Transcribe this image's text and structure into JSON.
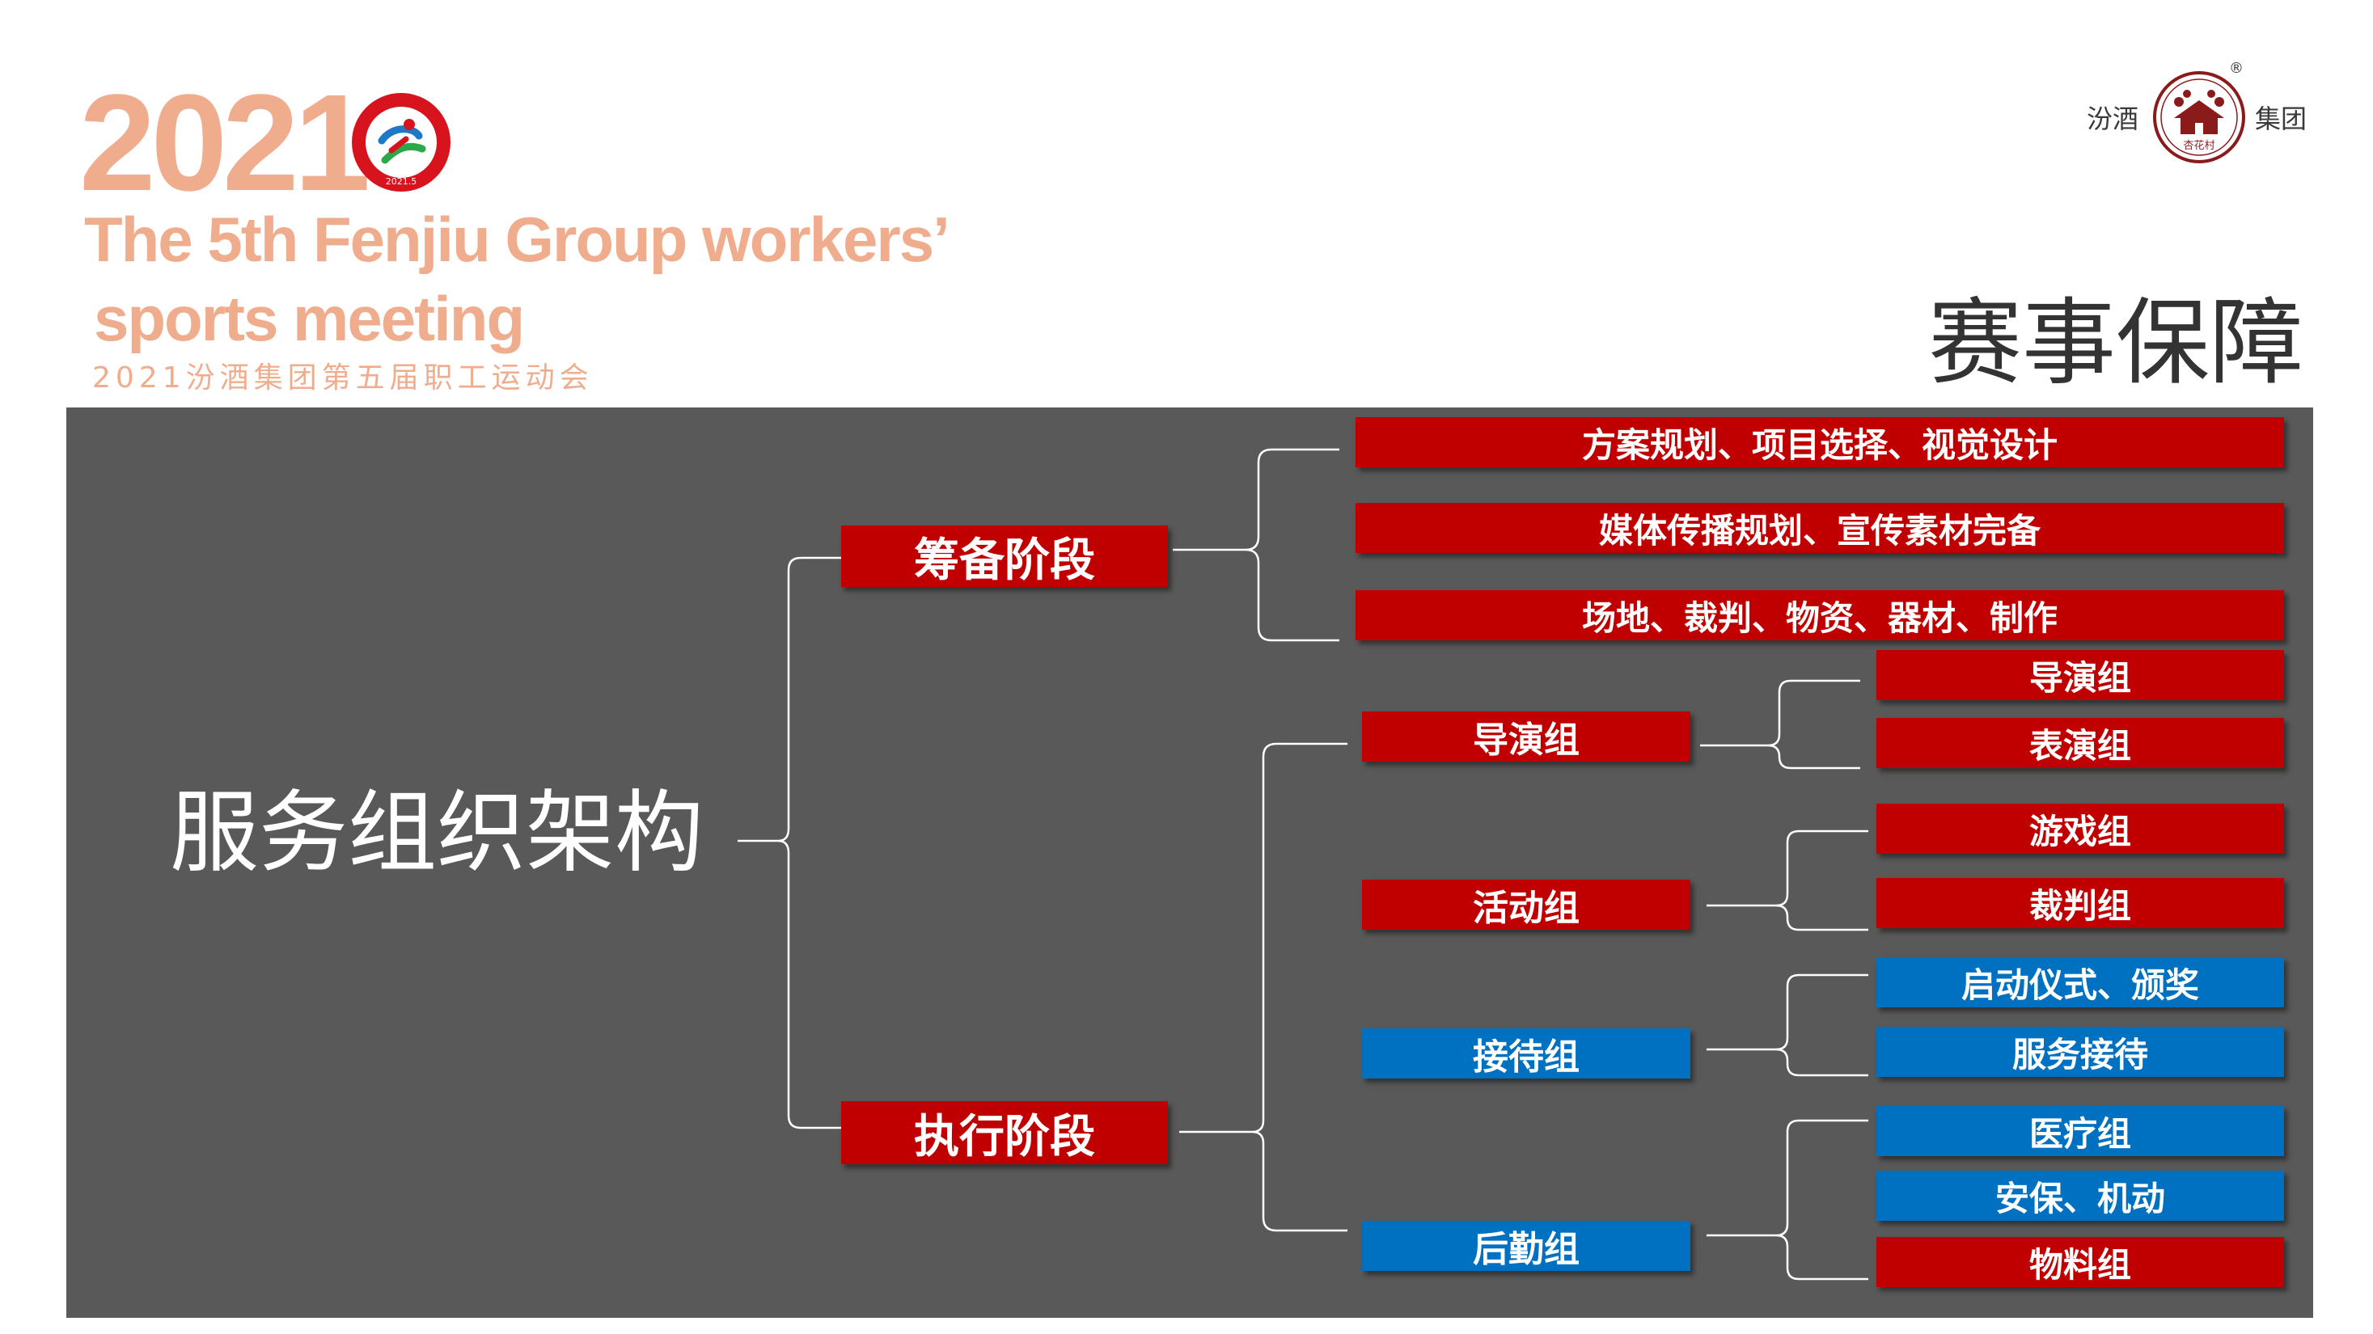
{
  "header": {
    "year": "2021",
    "event_en_line1": "The 5th Fenjiu Group workers’",
    "event_en_line2": "sports meeting",
    "event_cn": "2021汾酒集团第五届职工运动会",
    "emblem_text": "2021.5",
    "brand_left": "汾酒",
    "brand_right": "集团",
    "brand_mark": "®",
    "logo_text": "杏花村",
    "page_title": "赛事保障"
  },
  "diagram": {
    "root": "服务组织架构",
    "phases": [
      {
        "label": "筹备阶段",
        "color": "#c00000",
        "items": [
          {
            "label": "方案规划、项目选择、视觉设计",
            "color": "#c00000"
          },
          {
            "label": "媒体传播规划、宣传素材完备",
            "color": "#c00000"
          },
          {
            "label": "场地、裁判、物资、器材、制作",
            "color": "#c00000"
          }
        ]
      },
      {
        "label": "执行阶段",
        "color": "#c00000",
        "groups": [
          {
            "label": "导演组",
            "color": "#c00000",
            "items": [
              {
                "label": "导演组",
                "color": "#c00000"
              },
              {
                "label": "表演组",
                "color": "#c00000"
              }
            ]
          },
          {
            "label": "活动组",
            "color": "#c00000",
            "items": [
              {
                "label": "游戏组",
                "color": "#c00000"
              },
              {
                "label": "裁判组",
                "color": "#c00000"
              }
            ]
          },
          {
            "label": "接待组",
            "color": "#0070c0",
            "items": [
              {
                "label": "启动仪式、颁奖",
                "color": "#0070c0"
              },
              {
                "label": "服务接待",
                "color": "#0070c0"
              }
            ]
          },
          {
            "label": "后勤组",
            "color": "#0070c0",
            "items": [
              {
                "label": "医疗组",
                "color": "#0070c0"
              },
              {
                "label": "安保、机动",
                "color": "#0070c0"
              },
              {
                "label": "物料组",
                "color": "#c00000"
              }
            ]
          }
        ]
      }
    ]
  },
  "colors": {
    "accent_red": "#c00000",
    "accent_blue": "#0070c0",
    "panel": "#595959",
    "header_text": "#f0ad8e"
  }
}
